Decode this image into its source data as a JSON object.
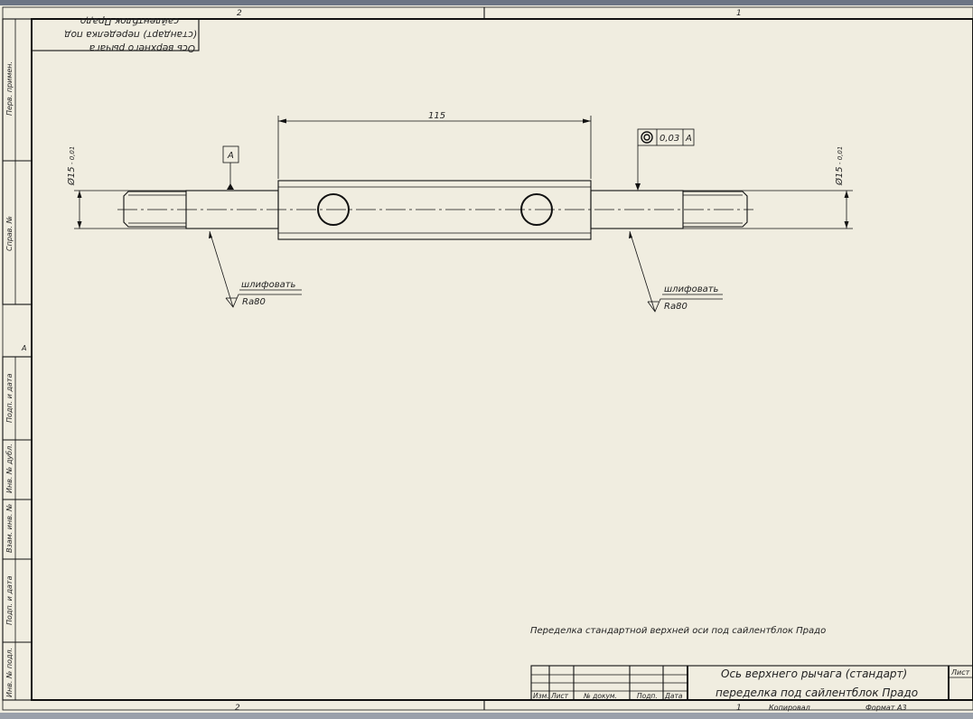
{
  "zones": {
    "top_left": "2",
    "top_right": "1",
    "bottom_left": "2",
    "bottom_right": "1",
    "side": "A"
  },
  "rotated_note": {
    "line1": "Ось верхнего рычага",
    "line2": "(стандарт) переделка под",
    "line3": "сайлентблок Прадо"
  },
  "side_labels": {
    "perv_primen": "Перв. примен.",
    "sprav_no": "Справ. №",
    "podp_data_1": "Подп. и дата",
    "inv_dubl": "Инв. № дубл.",
    "vzam_inv": "Взам. инв. №",
    "podp_data_2": "Подп. и дата",
    "inv_podl": "Инв. № подл."
  },
  "dimensions": {
    "length": "115",
    "dia_left": "Ø15",
    "dia_left_tol": "- 0,01",
    "dia_right": "Ø15",
    "dia_right_tol": "- 0,01"
  },
  "datum": {
    "label": "A"
  },
  "tolerance_frame": {
    "symbol": "concentricity",
    "value": "0,03",
    "datum": "A"
  },
  "surface_notes": [
    {
      "operation": "шлифовать",
      "roughness": "Ra80"
    },
    {
      "operation": "шлифовать",
      "roughness": "Ra80"
    }
  ],
  "description_note": "Переделка стандартной верхней оси под сайлентблок Прадо",
  "title_block": {
    "title_line1": "Ось верхнего рычага (стандарт)",
    "title_line2": "переделка под сайлентблок Прадо",
    "sheet_label": "Лист",
    "columns": [
      "Изм.",
      "Лист",
      "№ докум.",
      "Подп.",
      "Дата"
    ],
    "copied": "Копировал",
    "format": "Формат А3"
  }
}
